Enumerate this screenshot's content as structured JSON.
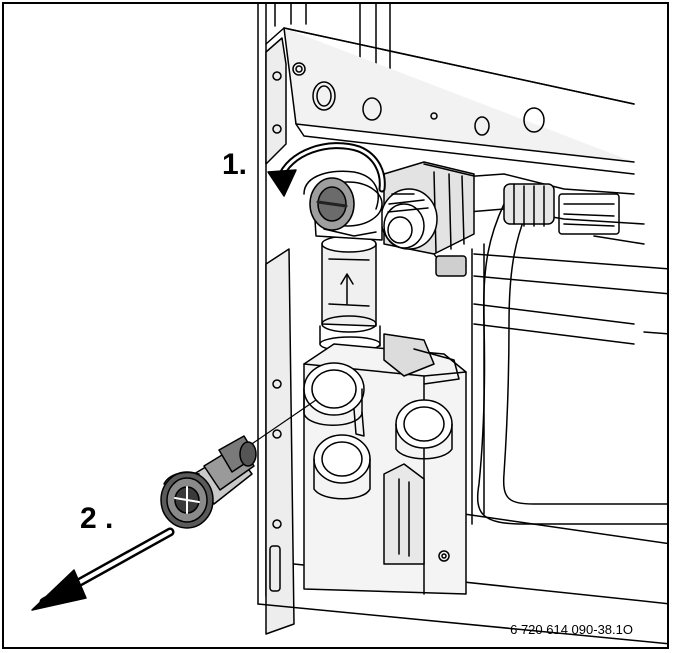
{
  "diagram": {
    "step_1_label": "1.",
    "step_2_label": "2 .",
    "figure_reference": "6 720 614 090-38.1O"
  },
  "colors": {
    "line": "#000000",
    "background": "#ffffff",
    "metal_shade": "#d9d9d9",
    "dark_part": "#3a3a3a",
    "mid_grey": "#9a9a9a"
  }
}
